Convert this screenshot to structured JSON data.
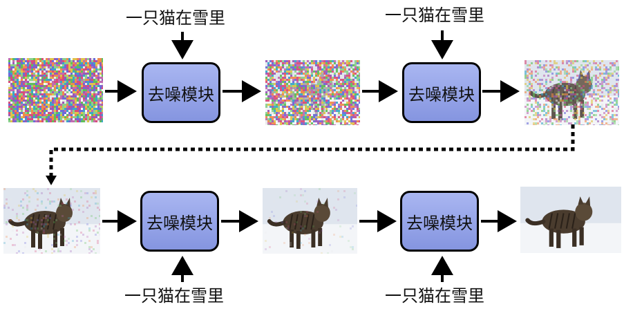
{
  "prompt_text": "一只猫在雪里",
  "block_label": "去噪模块",
  "colors": {
    "block_fill": "#8f9de6",
    "arrow": "#000000",
    "snow": "#e9edf3"
  },
  "prompts": [
    {
      "text": "一只猫在雪里"
    },
    {
      "text": "一只猫在雪里"
    },
    {
      "text": "一只猫在雪里"
    },
    {
      "text": "一只猫在雪里"
    }
  ],
  "blocks": [
    {
      "label": "去噪模块"
    },
    {
      "label": "去噪模块"
    },
    {
      "label": "去噪模块"
    },
    {
      "label": "去噪模块"
    }
  ],
  "images": [
    {
      "name": "pure-noise-image",
      "noise": 1.0,
      "cat": 0.0
    },
    {
      "name": "noisy-cat-image-step-1",
      "noise": 0.8,
      "cat": 0.35
    },
    {
      "name": "noisy-cat-image-step-2",
      "noise": 0.45,
      "cat": 0.8
    },
    {
      "name": "noisy-cat-image-step-3",
      "noise": 0.12,
      "cat": 1.0
    },
    {
      "name": "near-clean-cat-image",
      "noise": 0.03,
      "cat": 1.0
    },
    {
      "name": "clean-cat-image",
      "noise": 0.0,
      "cat": 1.0
    }
  ]
}
